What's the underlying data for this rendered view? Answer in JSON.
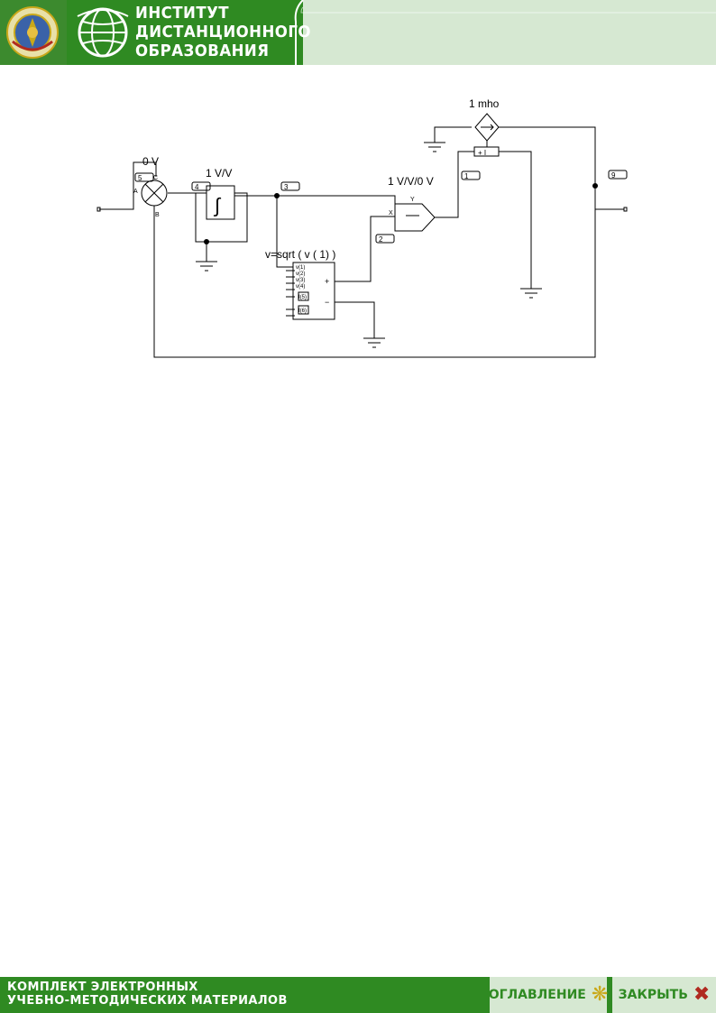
{
  "header": {
    "title_lines": [
      "ИНСТИТУТ",
      "ДИСТАНЦИОННОГО",
      "ОБРАЗОВАНИЯ"
    ],
    "logo_icon": "university-seal-icon",
    "globe_icon": "globe-icon"
  },
  "schematic": {
    "labels": {
      "conductance": "1 mho",
      "summer_value": "0 V",
      "integrator_gain": "1 V/V",
      "divider_gain": "1 V/V/0 V",
      "function_expr": "v=sqrt ( v ( 1)  )"
    },
    "nodes": {
      "n5": "5",
      "n4": "4",
      "n3": "3",
      "n1": "1",
      "n2": "2",
      "n9": "9"
    },
    "pins": {
      "summer_a": "A",
      "summer_b": "B",
      "summer_c": "C",
      "div_y": "Y",
      "div_x": "X",
      "func_inputs": [
        "v(1)",
        "v(2)",
        "v(3)",
        "v(4)",
        "I(5)",
        "I(6)"
      ],
      "func_plus": "+",
      "func_minus": "−",
      "sense_label": "+ I"
    }
  },
  "footer": {
    "lines": [
      "КОМПЛЕКТ ЭЛЕКТРОННЫХ",
      "УЧЕБНО-МЕТОДИЧЕСКИХ МАТЕРИАЛОВ"
    ],
    "toc_label": "ОГЛАВЛЕНИЕ",
    "close_label": "ЗАКРЫТЬ"
  },
  "colors": {
    "brand_green": "#2f8a22",
    "light_green": "#d6e8d2",
    "close_red": "#b02a20"
  }
}
